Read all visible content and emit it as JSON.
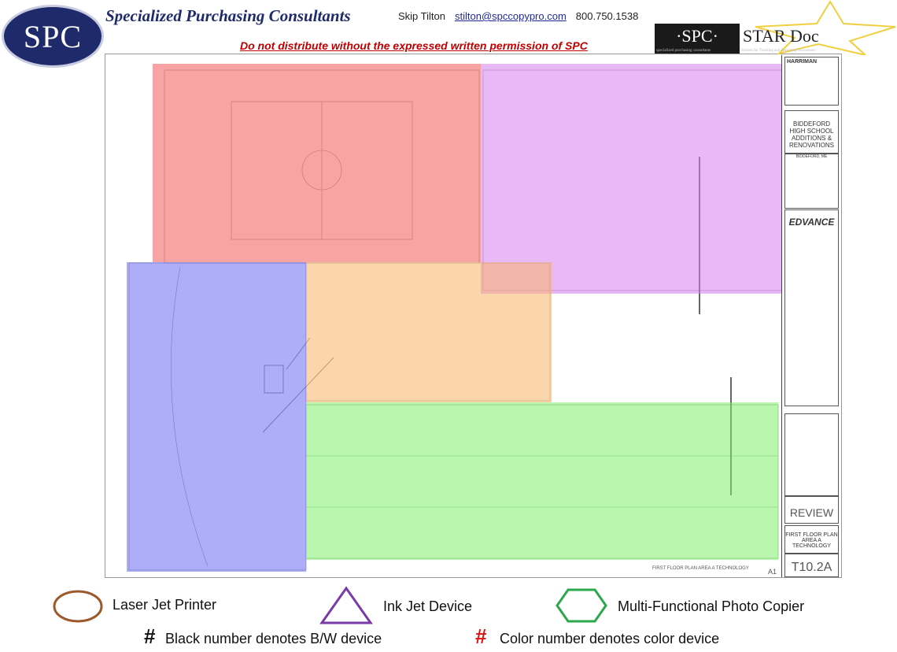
{
  "header": {
    "logo_text": "SPC",
    "company": "Specialized Purchasing Consultants",
    "contact_name": "Skip Tilton",
    "contact_email": "stilton@spccopypro.com",
    "contact_phone": "800.750.1538",
    "warning": "Do not distribute without the expressed written permission of SPC",
    "stardoc_logo": "SPC",
    "stardoc_name": "STAR Doc",
    "stardoc_sub": "specialized purchasing consultants",
    "stardoc_tagline": "System for Tracking and Reporting Documents"
  },
  "titleblock": {
    "firm": "HARRIMAN",
    "project": "BIDDEFORD HIGH SCHOOL ADDITIONS & RENOVATIONS",
    "location": "BIDDEFORD, ME",
    "consultant": "EDVANCE",
    "status": "REVIEW",
    "drawing_title": "FIRST FLOOR PLAN AREA A TECHNOLOGY",
    "drawing_number": "T10.2A",
    "plan_caption": "FIRST FLOOR PLAN AREA A TECHNOLOGY",
    "plan_tag": "A1"
  },
  "zones": {
    "red": "#f25a5a",
    "purple": "#d77ef0",
    "blue": "#6a6cf0",
    "orange": "#f7b46a",
    "green": "#7df06a"
  },
  "legend": {
    "laser": "Laser Jet Printer",
    "inkjet": "Ink Jet Device",
    "mfp": "Multi-Functional Photo Copier",
    "hash": "#",
    "bw": "Black number denotes B/W device",
    "color": "Color number denotes color device",
    "laser_color": "#9a5a2a",
    "inkjet_color": "#7a3aa8",
    "mfp_color": "#2aa84a"
  }
}
